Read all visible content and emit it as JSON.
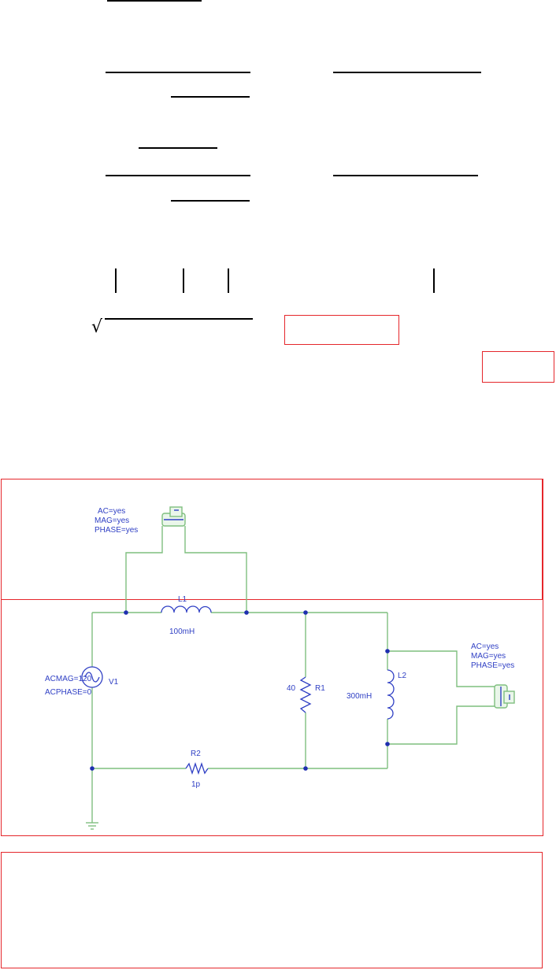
{
  "colors": {
    "wire": "#7fbf7f",
    "label": "#2f3fc4",
    "node": "#1f2fb0",
    "highlight_border": "#e5262b",
    "text": "#000000"
  },
  "circuit": {
    "source": {
      "ref": "V1",
      "acmag": "ACMAG=120",
      "acphase": "ACPHASE=0"
    },
    "L1": {
      "ref": "L1",
      "value": "100mH"
    },
    "L2": {
      "ref": "L2",
      "value": "300mH"
    },
    "R1": {
      "ref": "R1",
      "value": "40"
    },
    "R2": {
      "ref": "R2",
      "value": "1p"
    },
    "probe_top": {
      "line1": "AC=yes",
      "line2": "MAG=yes",
      "line3": "PHASE=yes"
    },
    "probe_right": {
      "line1": "AC=yes",
      "line2": "MAG=yes",
      "line3": "PHASE=yes"
    }
  }
}
